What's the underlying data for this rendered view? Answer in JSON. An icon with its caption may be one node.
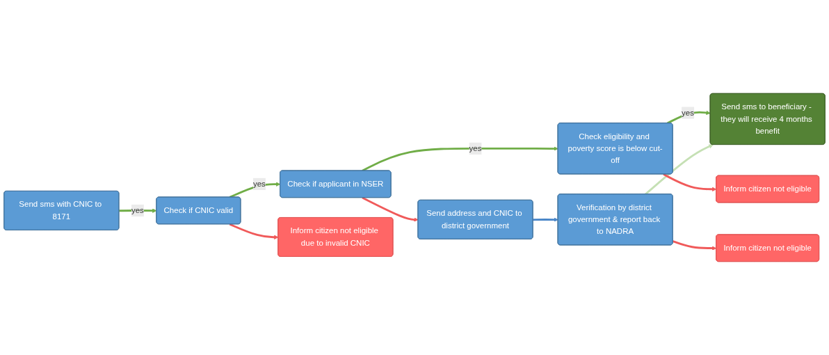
{
  "diagram": {
    "nodes": [
      {
        "text": [
          "Send address and CNIC to district government"
        ]
      },
      {
        "text": [
          "Verification by district government & report back to NADRA"
        ]
      },
      {
        "text": [
          "Inform citizen not eligible"
        ]
      },
      {
        "text": [
          "Send sms with CNIC to 8171"
        ]
      },
      {
        "text": [
          "Check if CNIC valid"
        ]
      },
      {
        "text": [
          "Check if applicant in NSER"
        ]
      },
      {
        "text": [
          "Check eligibility and poverty score is below cut-off"
        ]
      },
      {
        "text": [
          "Send sms to beneficiary - they will receive 4 months benefit"
        ]
      },
      {
        "text": [
          "Inform citizen not eligible due to invalid CNIC"
        ]
      },
      {
        "text": [
          "Inform citizen not eligible"
        ]
      }
    ],
    "edges": [
      {
        "from": 3,
        "to": 4,
        "arrow": "to",
        "label": "yes",
        "color": "#70ad47"
      },
      {
        "from": 4,
        "to": 5,
        "arrow": "to",
        "label": "yes",
        "color": "#70ad47"
      },
      {
        "from": 5,
        "to": 6,
        "arrow": "to",
        "label": "yes",
        "color": "#70ad47"
      },
      {
        "from": 6,
        "to": 7,
        "arrow": "to",
        "label": "yes",
        "color": "#70ad47"
      },
      {
        "from": 4,
        "to": 8,
        "arrow": "to",
        "color": "#f05a5a"
      },
      {
        "from": 5,
        "to": 0,
        "arrow": "to",
        "color": "#f05a5a"
      },
      {
        "from": 0,
        "to": 1,
        "arrow": "to",
        "color": "#4a86c8"
      },
      {
        "from": 1,
        "to": 2,
        "arrow": "to",
        "color": "#f05a5a"
      },
      {
        "from": 1,
        "to": 7,
        "arrow": "to",
        "color": "#c5e0b4"
      },
      {
        "from": 6,
        "to": 9,
        "arrow": "to",
        "color": "#f05a5a"
      }
    ]
  }
}
